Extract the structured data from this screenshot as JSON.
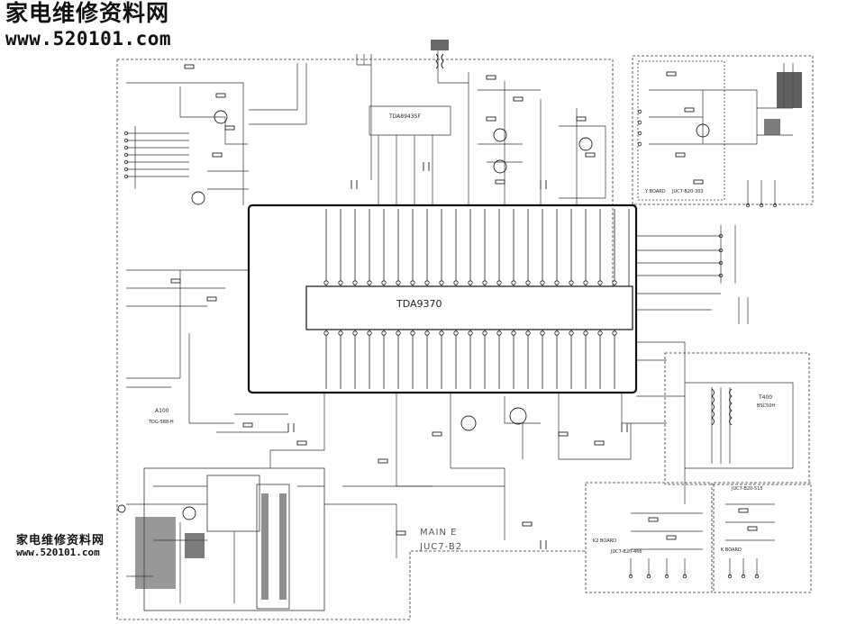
{
  "watermark": {
    "site_name_cn": "家电维修资料网",
    "site_url": "www.520101.com"
  },
  "schematic": {
    "main_ic": "TDA9370",
    "secondary_ic": "TDA8943SF",
    "small_ic": "A100",
    "small_ic_part": "TDG-588-H",
    "transformer": "T400",
    "transformer_part": "BSC50H",
    "main_board_label": "MAIN E",
    "main_board_code": "JUC7-B2",
    "y_board": "Y BOARD",
    "y_board_code": "JUC7-B20-303",
    "k2_board": "K2 BOARD",
    "k2_board_code": "JUC7-B20-466",
    "k_board": "K BOARD",
    "k_board_code": "JUC7-B20-515"
  }
}
